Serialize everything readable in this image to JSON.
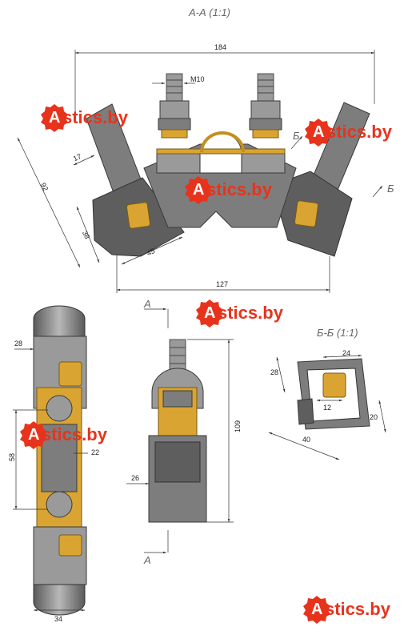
{
  "titles": {
    "section_aa": "А-А (1:1)",
    "section_bb": "Б-Б (1:1)"
  },
  "thread_label": "M10",
  "section_marks": {
    "a_top": "А",
    "a_bottom": "А",
    "b_upper": "Б",
    "b_right": "Б"
  },
  "dimensions": {
    "main_width": "184",
    "bottom_width": "127",
    "arm_length": "92",
    "arm_17": "17",
    "arm_38": "38",
    "arm_45": "45",
    "side_28": "28",
    "side_58": "58",
    "side_22": "22",
    "side_34": "34",
    "front_109": "109",
    "front_26": "26",
    "bb_28": "28",
    "bb_24": "24",
    "bb_12": "12",
    "bb_20": "20",
    "bb_40": "40"
  },
  "watermark": {
    "logo_letter": "A",
    "text": "stics.by"
  },
  "colors": {
    "metal": "#7d7d7d",
    "brass": "#d9a431",
    "watermark": "#e8331c"
  }
}
